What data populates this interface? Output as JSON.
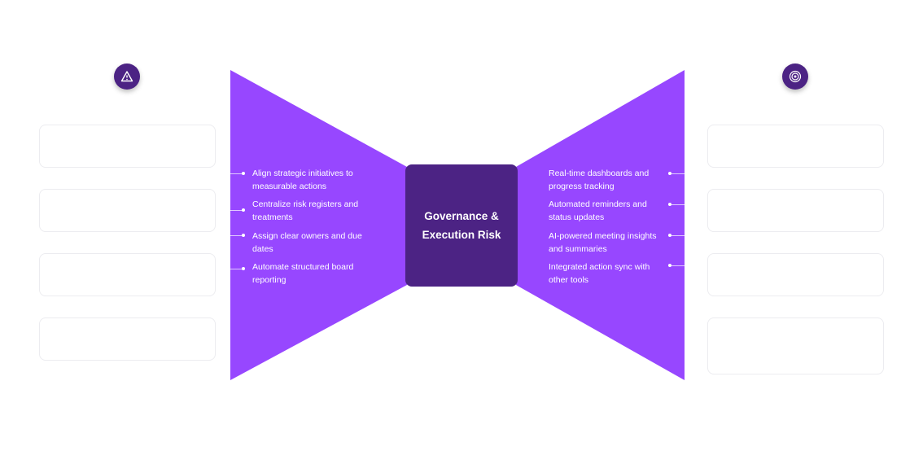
{
  "colors": {
    "accent": "#9747ff",
    "dark": "#4c2384"
  },
  "left": {
    "icon": "warning-triangle-icon",
    "items": [
      "Align strategic initiatives to measurable actions",
      "Centralize risk registers and treatments",
      "Assign clear owners and due dates",
      "Automate structured board reporting"
    ]
  },
  "center": {
    "title": "Governance & Execution Risk"
  },
  "right": {
    "icon": "target-icon",
    "items": [
      "Real-time dashboards and progress tracking",
      "Automated reminders and status updates",
      "AI-powered meeting insights and summaries",
      "Integrated action sync with other tools"
    ]
  }
}
